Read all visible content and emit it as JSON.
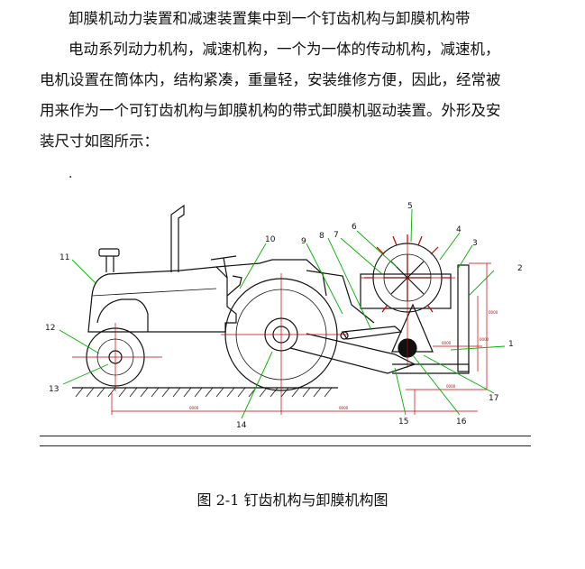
{
  "document": {
    "lines": [
      "卸膜机动力装置和减速装置集中到一个钉齿机构与卸膜机构带",
      "电动系列动力机构，减速机构，一个为一体的传动机构，减速机，",
      "电机设置在筒体内，结构紧凑，重量轻，安装维修方便，因此，经常被",
      "用来作为一个可钉齿机构与卸膜机构的带式卸膜机驱动装置。外形及安",
      "装尺寸如图所示："
    ],
    "stray_mark": ".",
    "figure": {
      "caption": "图 2-1  钉齿机构与卸膜机构图",
      "labels": [
        "1",
        "2",
        "3",
        "4",
        "5",
        "6",
        "7",
        "8",
        "9",
        "10",
        "11",
        "12",
        "13",
        "14",
        "15",
        "16",
        "17"
      ],
      "dimension_text": [
        "0000",
        "0000",
        "0000",
        "0000",
        "0000",
        "0000"
      ]
    }
  },
  "colors": {
    "drawing": "#111111",
    "centerline": "#c00000",
    "leader": "#00b000",
    "dimension": "#c00000"
  }
}
